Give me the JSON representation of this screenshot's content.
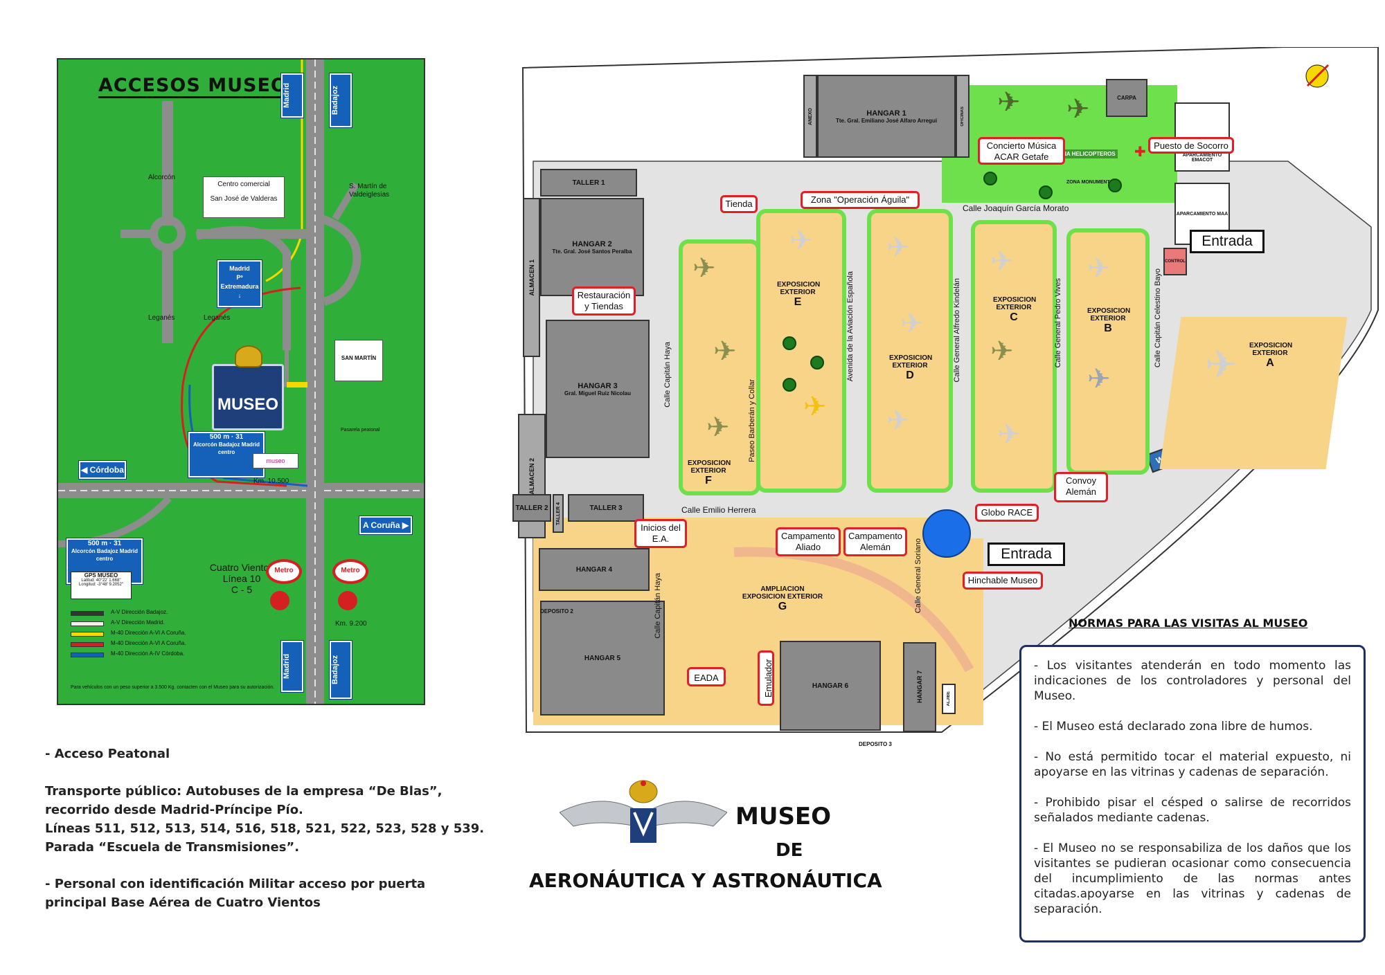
{
  "access_map": {
    "title": "ACCESOS MUSEO",
    "places": {
      "alcorcon": "Alcorcón",
      "leganes_1": "Leganés",
      "leganes_2": "Leganés",
      "san_martin": "S. Martín de Valdeiglesias",
      "cuatro_vientos": "Cuatro Vientos",
      "linea": "Línea 10",
      "c5": "C - 5",
      "km_10500": "Km. 10.500",
      "km_9200": "Km. 9.200",
      "pasarela": "Pasarela peatonal"
    },
    "signs": {
      "madrid_top": "Madrid",
      "badajoz_top": "Badajoz",
      "madrid_bottom": "Madrid",
      "badajoz_bottom": "Badajoz",
      "cordoba": "Córdoba",
      "a_coruna": "A Coruña",
      "centro_comercial": "Centro comercial",
      "san_jose": "San José de Valderas",
      "madrid_extremadura": "Madrid",
      "pº_extremadura": "Pº Extremadura",
      "san_martin_sign": "SAN MARTÍN",
      "exit_500m_a": "500 m",
      "exit_500m_b": "500 m",
      "exit_31_a": "31",
      "exit_31_b": "31",
      "exit_dest_a": "Alcorcón Badajoz Madrid centro",
      "exit_dest_b": "Alcorcón Badajoz Madrid centro",
      "museo_small": "museo"
    },
    "museo_label": "MUSEO",
    "gps": {
      "title": "GPS MUSEO",
      "lat": "Latitud: 40°22' 1.668''",
      "lon": "Longitud: -3°48' 9.2052''"
    },
    "metro_label": "Metro",
    "legend": [
      {
        "color": "#333333",
        "text": "A-V Dirección Badajoz."
      },
      {
        "color": "#f0f0f0",
        "text": "A-V Dirección Madrid."
      },
      {
        "color": "#f5d800",
        "text": "M-40 Dirección A-VI A Coruña."
      },
      {
        "color": "#d42020",
        "text": "M-40 Dirección A-VI A Coruña."
      },
      {
        "color": "#1560b8",
        "text": "M-40 Dirección A-IV Córdoba."
      }
    ],
    "weight_note": "Para vehículos con un peso superior a 3.500 Kg. contacten con el Museo para su autorización."
  },
  "access_info": {
    "pedestrian": "- Acceso Peatonal",
    "transport_1": "Transporte público: Autobuses de la empresa “De Blas”,",
    "transport_2": "recorrido desde Madrid-Príncipe Pío.",
    "transport_3": "Líneas 511, 512, 513, 514, 516, 518, 521, 522, 523, 528 y 539.",
    "transport_4": "Parada “Escuela de Transmisiones”.",
    "military_1": "- Personal con identificación Militar acceso por puerta",
    "military_2": "principal Base Aérea de Cuatro Vientos"
  },
  "site_plan": {
    "buildings": {
      "hangar1_title": "HANGAR 1",
      "hangar1_sub": "Tte. Gral. Emiliano José Alfaro Arregui",
      "hangar2_title": "HANGAR 2",
      "hangar2_sub": "Tte. Gral. José Santos Peralba",
      "hangar3_title": "HANGAR 3",
      "hangar3_sub": "Gral. Miguel Ruiz Nicolau",
      "hangar4": "HANGAR 4",
      "hangar5": "HANGAR 5",
      "hangar6": "HANGAR 6",
      "hangar7": "HANGAR 7",
      "taller1": "TALLER 1",
      "taller2": "TALLER 2",
      "taller3": "TALLER 3",
      "taller4": "TALLER 4",
      "almacen1": "ALMACEN 1",
      "almacen2": "ALMACEN 2",
      "anexo": "ANEXO",
      "oficinas": "OFICINAS",
      "carpa": "CARPA",
      "control": "CONTROL",
      "aljibe": "ALJIBE",
      "deposito2": "DEPOSITO 2",
      "deposito3": "DEPOSITO 3",
      "aparcamiento_emacot": "APARCAMIENTO EMACOT",
      "aparcamiento_maa": "APARCAMIENTO MAA",
      "zona_helicopteros": "ZONA HELICOPTEROS",
      "zona_monumentos": "ZONA MONUMENTOS",
      "wc": "W.C."
    },
    "zones": {
      "prefix": "EXPOSICION EXTERIOR",
      "a": "A",
      "b": "B",
      "c": "C",
      "d": "D",
      "e": "E",
      "f": "F",
      "g_prefix": "AMPLIACION EXPOSICION EXTERIOR",
      "g": "G"
    },
    "streets": {
      "morato": "Calle Joaquín García Morato",
      "aviacion": "Avenida de la Aviación Española",
      "kindelan": "Calle General Alfredo Kindelán",
      "vives": "Calle General Pedro Vives",
      "bayo": "Calle Capitán Celestino Bayo",
      "haya_1": "Calle Capitán Haya",
      "haya_2": "Calle Capitán Haya",
      "barberan": "Paseo Barberán y Collar",
      "herrera": "Calle Emilio Herrera",
      "soriano": "Calle General Soriano"
    },
    "callouts": {
      "concierto": "Concierto Música ACAR Getafe",
      "socorro": "Puesto de Socorro",
      "tienda": "Tienda",
      "aguila": "Zona \"Operación Águila\"",
      "restauracion": "Restauración y Tiendas",
      "inicios": "Inicios del E.A.",
      "aliado": "Campamento Aliado",
      "aleman": "Campamento Alemán",
      "globo": "Globo RACE",
      "convoy": "Convoy Alemán",
      "hinchable": "Hinchable Museo",
      "eada": "EADA",
      "emulador": "Emulador"
    },
    "entrance_top": "Entrada",
    "entrance_bottom": "Entrada"
  },
  "logo": {
    "line1": "MUSEO",
    "line2": "DE",
    "line3": "AERONÁUTICA Y ASTRONÁUTICA"
  },
  "rules": {
    "title": "NORMAS PARA LAS VISITAS AL MUSEO",
    "items": [
      "- Los visitantes atenderán en todo momento las indicaciones de los controladores y personal del Museo.",
      "- El Museo está declarado zona libre de humos.",
      "- No está permitido tocar el material expuesto, ni apoyarse en las vitrinas y cadenas de separación.",
      " - Prohibido pisar el césped o salirse de recorridos señalados mediante cadenas.",
      "- El Museo no se responsabiliza de los daños que los visitantes se pudieran ocasionar como consecuencia del incumplimiento de las normas antes citadas.apoyarse en las vitrinas y cadenas de separación."
    ]
  },
  "colors": {
    "map_green": "#2faf3a",
    "zone_fill": "#f8d489",
    "zone_border": "#6ee04c",
    "callout_red": "#e31e24",
    "building_grey": "#8a8a8a",
    "rules_border": "#1f2f63",
    "globe_blue": "#1a6fe8"
  }
}
